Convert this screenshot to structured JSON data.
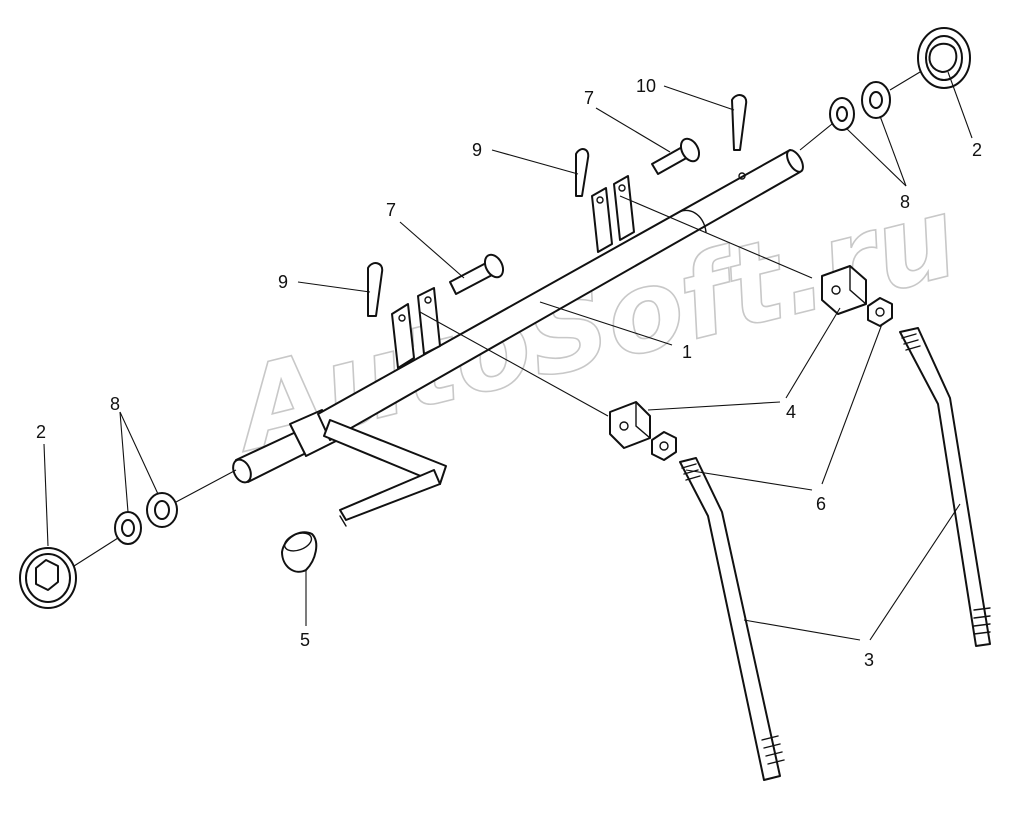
{
  "watermark": "AutoSoft.ru",
  "callouts": {
    "c1": "1",
    "c2a": "2",
    "c2b": "2",
    "c3": "3",
    "c4": "4",
    "c5": "5",
    "c6": "6",
    "c7a": "7",
    "c7b": "7",
    "c8a": "8",
    "c8b": "8",
    "c9a": "9",
    "c9b": "9",
    "c10": "10"
  }
}
